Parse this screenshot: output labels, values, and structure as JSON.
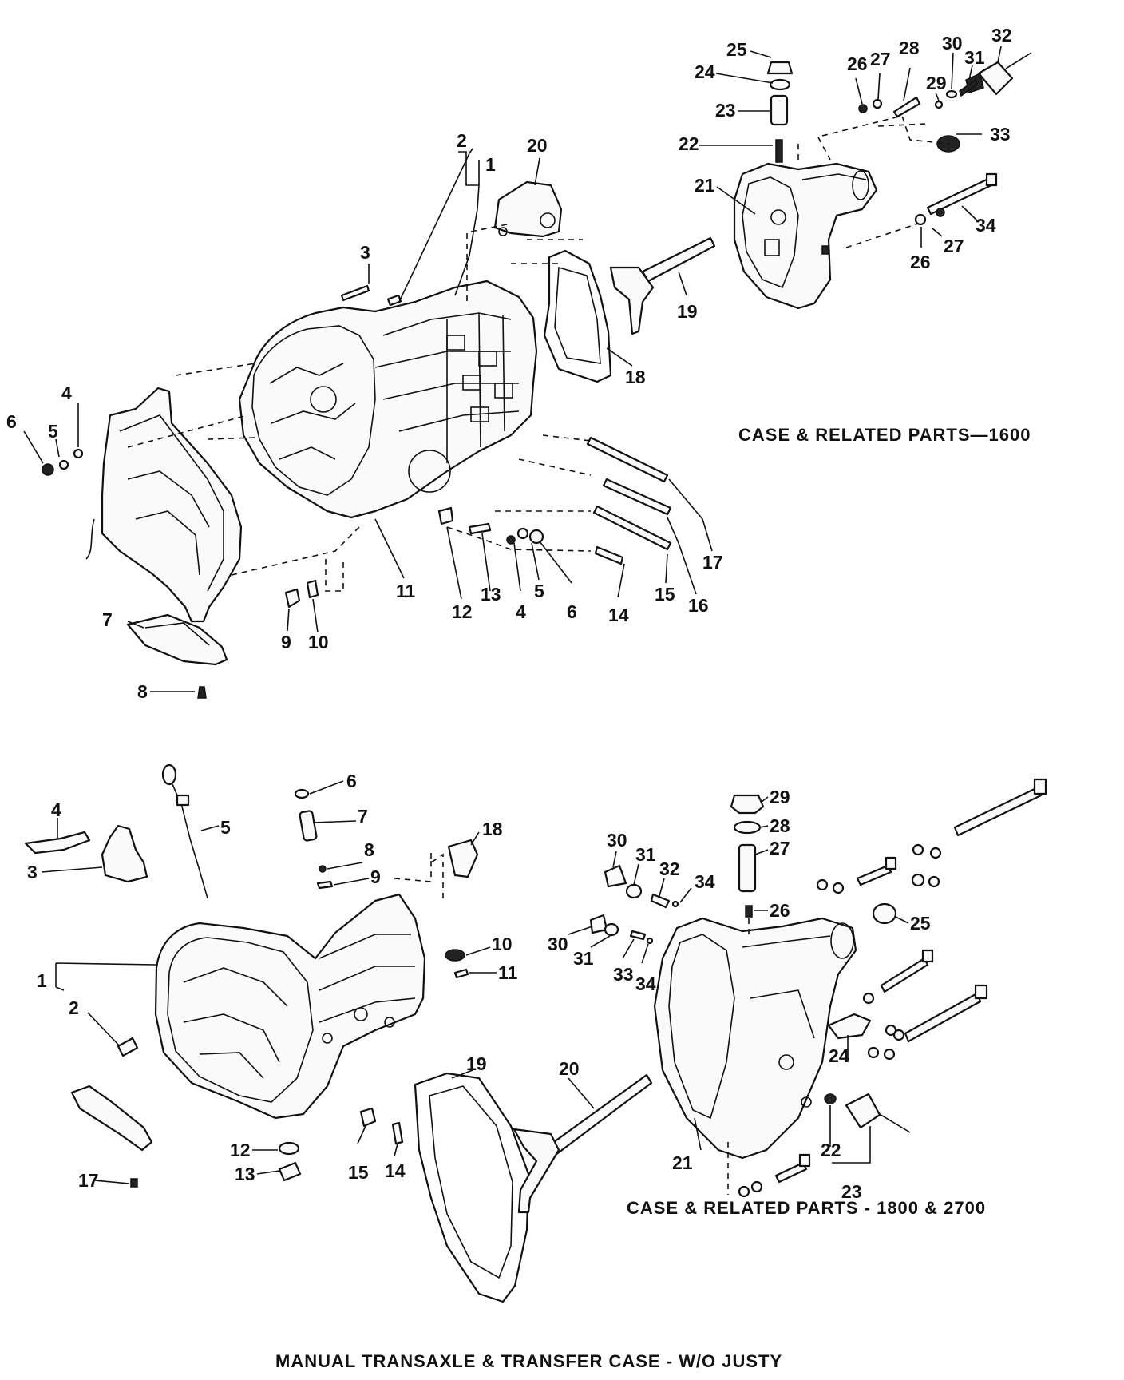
{
  "page_title": "MANUAL TRANSAXLE & TRANSFER CASE - W/O JUSTY",
  "diagram_1600": {
    "caption": "CASE & RELATED PARTS—1600",
    "callouts": [
      "1",
      "2",
      "3",
      "4",
      "5",
      "6",
      "7",
      "8",
      "9",
      "10",
      "11",
      "12",
      "13",
      "4",
      "5",
      "6",
      "14",
      "15",
      "16",
      "17",
      "18",
      "19",
      "20",
      "21",
      "22",
      "23",
      "24",
      "25",
      "26",
      "27",
      "28",
      "29",
      "30",
      "31",
      "32",
      "33",
      "34",
      "26",
      "27"
    ]
  },
  "diagram_1800_2700": {
    "caption": "CASE & RELATED PARTS  -  1800 & 2700",
    "callouts": [
      "1",
      "2",
      "3",
      "4",
      "5",
      "6",
      "7",
      "8",
      "9",
      "10",
      "11",
      "12",
      "13",
      "14",
      "15",
      "17",
      "18",
      "19",
      "20",
      "21",
      "22",
      "23",
      "24",
      "25",
      "26",
      "27",
      "28",
      "29",
      "30",
      "31",
      "32",
      "34",
      "30",
      "31",
      "33",
      "34"
    ]
  }
}
